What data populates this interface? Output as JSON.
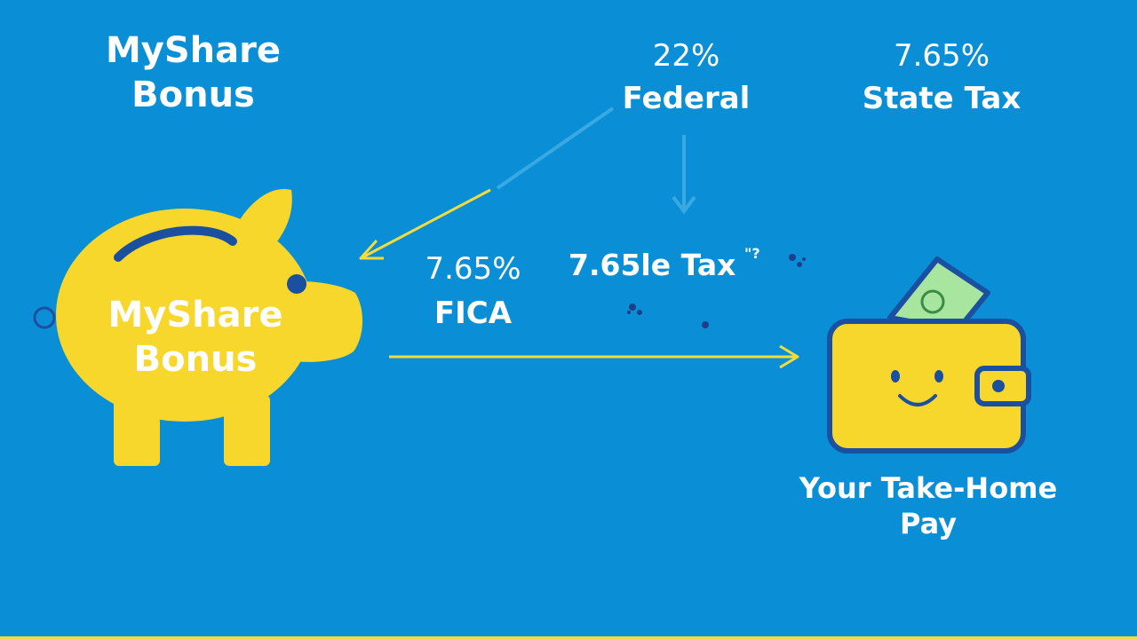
{
  "header": {
    "title_line1": "MyShare",
    "title_line2": "Bonus"
  },
  "taxes": {
    "federal": {
      "percent": "22%",
      "label": "Federal"
    },
    "state": {
      "percent": "7.65%",
      "label": "State Tax"
    },
    "fica": {
      "percent": "7.65%",
      "label": "FICA"
    },
    "garbled_label": "7.65le Tax",
    "garbled_mark": "\"?"
  },
  "piggy_bank": {
    "label_line1": "MyShare",
    "label_line2": "Bonus"
  },
  "wallet": {
    "label_line1": "Your Take-Home",
    "label_line2": "Pay"
  },
  "colors": {
    "background": "#0a8fd6",
    "yellow": "#f7d72c",
    "outline": "#1b4fa0",
    "arrow": "#f2dc3c",
    "money_green": "#a8e6a0",
    "text": "#ffffff"
  },
  "icons": [
    "piggy-bank-icon",
    "wallet-icon",
    "money-bill-icon"
  ]
}
